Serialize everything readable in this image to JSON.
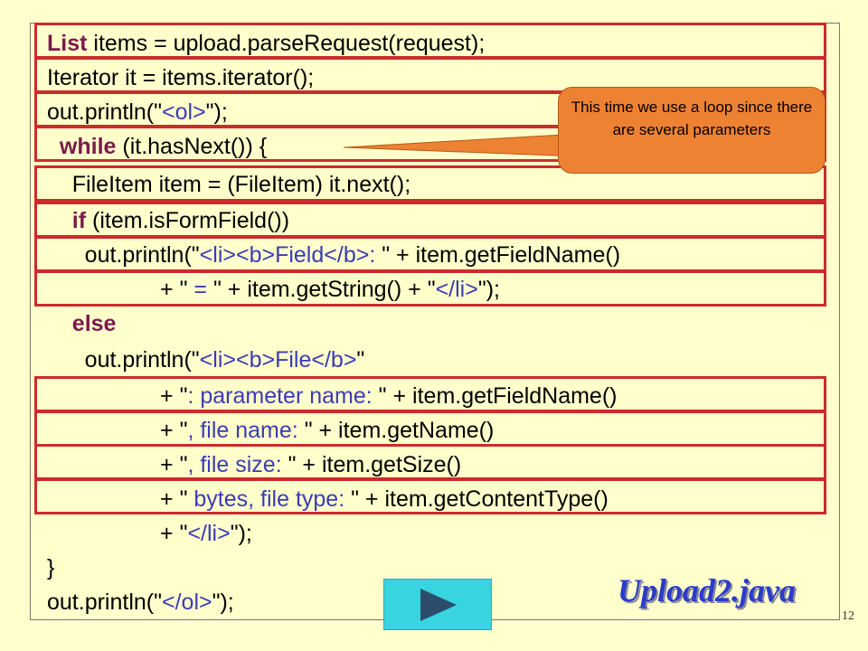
{
  "code_lines": [
    {
      "segments": [
        {
          "t": "List",
          "kw": true
        },
        {
          "t": " items = upload.parseRequest(request);"
        }
      ]
    },
    {
      "segments": [
        {
          "t": "Iterator it = items.iterator();"
        }
      ]
    },
    {
      "segments": [
        {
          "t": "out.println(\""
        },
        {
          "t": "<ol>",
          "str": true
        },
        {
          "t": "\");"
        }
      ]
    },
    {
      "segments": [
        {
          "t": "  "
        },
        {
          "t": "while",
          "kw": true
        },
        {
          "t": " (it.hasNext()) {"
        }
      ]
    },
    {
      "segments": [
        {
          "t": "    FileItem item = (FileItem) it.next();"
        }
      ]
    },
    {
      "segments": [
        {
          "t": "    "
        },
        {
          "t": "if",
          "kw": true
        },
        {
          "t": " (item.isFormField())"
        }
      ]
    },
    {
      "segments": [
        {
          "t": "      out.println(\""
        },
        {
          "t": "<li><b>Field</b>: ",
          "str": true
        },
        {
          "t": "\" + item.getFieldName()"
        }
      ]
    },
    {
      "segments": [
        {
          "t": "                  + \""
        },
        {
          "t": " = ",
          "str": true
        },
        {
          "t": "\" + item.getString() + \""
        },
        {
          "t": "</li>",
          "str": true
        },
        {
          "t": "\");"
        }
      ]
    },
    {
      "segments": [
        {
          "t": "    "
        },
        {
          "t": "else",
          "kw": true
        }
      ]
    },
    {
      "segments": [
        {
          "t": "      out.println(\""
        },
        {
          "t": "<li><b>File</b>",
          "str": true
        },
        {
          "t": "\""
        }
      ]
    },
    {
      "segments": [
        {
          "t": "                  + \""
        },
        {
          "t": ": parameter name: ",
          "str": true
        },
        {
          "t": "\" + item.getFieldName()"
        }
      ]
    },
    {
      "segments": [
        {
          "t": "                  + \""
        },
        {
          "t": ", file name: ",
          "str": true
        },
        {
          "t": "\" + item.getName()"
        }
      ]
    },
    {
      "segments": [
        {
          "t": "                  + \""
        },
        {
          "t": ", file size: ",
          "str": true
        },
        {
          "t": "\" + item.getSize()"
        }
      ]
    },
    {
      "segments": [
        {
          "t": "                  + \""
        },
        {
          "t": " bytes, file type: ",
          "str": true
        },
        {
          "t": "\" + item.getContentType()"
        }
      ]
    },
    {
      "segments": [
        {
          "t": "                  + \""
        },
        {
          "t": "</li>",
          "str": true
        },
        {
          "t": "\");"
        }
      ]
    },
    {
      "segments": [
        {
          "t": "}"
        }
      ]
    },
    {
      "segments": [
        {
          "t": "out.println(\""
        },
        {
          "t": "</ol>",
          "str": true
        },
        {
          "t": "\");"
        }
      ]
    }
  ],
  "callout": {
    "text": "This time we use a loop since there are several parameters"
  },
  "file_title": "Upload2.java",
  "play_button": {
    "icon": "play-icon"
  },
  "page_number": "12",
  "colors": {
    "background": "#ffffcc",
    "keyword": "#7a1a4a",
    "string": "#3b3bb8",
    "highlight_box": "#cc2b2b",
    "callout": "#ee8233",
    "title": "#2a3cc8",
    "button": "#38d4e0"
  }
}
